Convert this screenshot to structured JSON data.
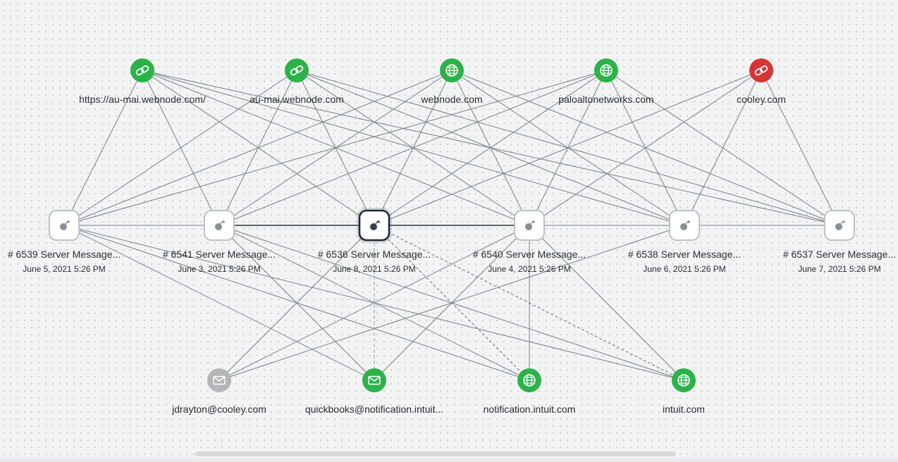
{
  "graph": {
    "top_nodes": [
      {
        "id": "t1",
        "label": "https://au-mai.webnode.com/",
        "icon": "link-icon",
        "color": "#2db24a"
      },
      {
        "id": "t2",
        "label": "au-mai.webnode.com",
        "icon": "link-icon",
        "color": "#2db24a"
      },
      {
        "id": "t3",
        "label": "webnode.com",
        "icon": "globe-icon",
        "color": "#2db24a"
      },
      {
        "id": "t4",
        "label": "paloaltonetworks.com",
        "icon": "globe-icon",
        "color": "#2db24a"
      },
      {
        "id": "t5",
        "label": "cooley.com",
        "icon": "link-icon",
        "color": "#d63535"
      }
    ],
    "message_nodes": [
      {
        "id": "m1",
        "label": "# 6539 Server Message...",
        "date": "June 5, 2021 5:26 PM",
        "icon": "bomb-icon"
      },
      {
        "id": "m2",
        "label": "# 6541 Server Message...",
        "date": "June 3, 2021 5:26 PM",
        "icon": "bomb-icon"
      },
      {
        "id": "m3",
        "label": "# 6536 Server Message...",
        "date": "June 8, 2021 5:26 PM",
        "icon": "bomb-icon",
        "selected": true
      },
      {
        "id": "m4",
        "label": "# 6540 Server Message...",
        "date": "June 4, 2021 5:26 PM",
        "icon": "bomb-icon"
      },
      {
        "id": "m5",
        "label": "# 6538 Server Message...",
        "date": "June 6, 2021 5:26 PM",
        "icon": "bomb-icon"
      },
      {
        "id": "m6",
        "label": "# 6537 Server Message...",
        "date": "June 7, 2021 5:26 PM",
        "icon": "bomb-icon"
      }
    ],
    "bottom_nodes": [
      {
        "id": "b1",
        "label": "jdrayton@cooley.com",
        "icon": "mail-icon",
        "color": "#b3b5b7"
      },
      {
        "id": "b2",
        "label": "quickbooks@notification.intuit...",
        "icon": "mail-icon",
        "color": "#2db24a"
      },
      {
        "id": "b3",
        "label": "notification.intuit.com",
        "icon": "globe-icon",
        "color": "#2db24a"
      },
      {
        "id": "b4",
        "label": "intuit.com",
        "icon": "globe-icon",
        "color": "#2db24a"
      }
    ]
  },
  "colors": {
    "green": "#2db24a",
    "red": "#d63535",
    "gray": "#b3b5b7",
    "edge": "#7a8189",
    "selected_border": "#1f2a36"
  }
}
